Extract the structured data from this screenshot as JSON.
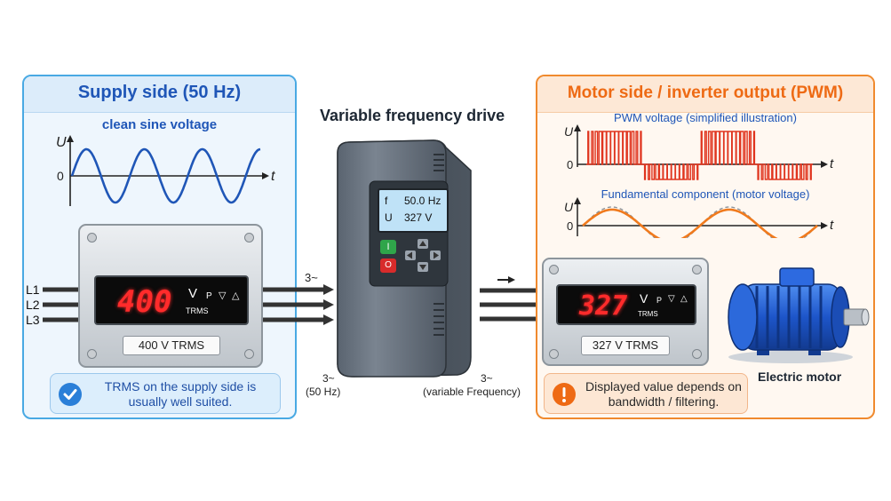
{
  "supply": {
    "title": "Supply side (50 Hz)",
    "subtitle": "clean sine voltage",
    "axis_u": "U",
    "axis_zero": "0",
    "axis_t": "t",
    "lines": [
      "L1",
      "L2",
      "L3"
    ],
    "meter_value": "400",
    "meter_unit": "V",
    "meter_mode": "TRMS",
    "meter_btn_p": "P",
    "meter_label": "400 V TRMS",
    "note": "TRMS on the supply side is usually well suited."
  },
  "vfd": {
    "title": "Variable frequency drive",
    "display_f_key": "f",
    "display_f_val": "50.0 Hz",
    "display_u_key": "U",
    "display_u_val": "327 V",
    "in_phases": "3~",
    "in_phases_bottom": "3~",
    "in_freq": "(50 Hz)",
    "out_phases": "3~",
    "out_freq": "(variable Frequency)"
  },
  "motor_side": {
    "title": "Motor side / inverter output (PWM)",
    "pwm_caption": "PWM voltage (simplified illustration)",
    "fund_caption": "Fundamental component (motor voltage)",
    "axis_u": "U",
    "axis_zero": "0",
    "axis_t": "t",
    "meter_value": "327",
    "meter_unit": "V",
    "meter_mode": "TRMS",
    "meter_btn_p": "P",
    "meter_label": "327 V TRMS",
    "note": "Displayed value depends on bandwidth / filtering.",
    "motor_label": "Electric motor"
  },
  "colors": {
    "supply_accent": "#1f56b7",
    "motor_accent": "#ee6a14",
    "pwm_red": "#e0351f",
    "fundamental_orange": "#f07a1d"
  }
}
